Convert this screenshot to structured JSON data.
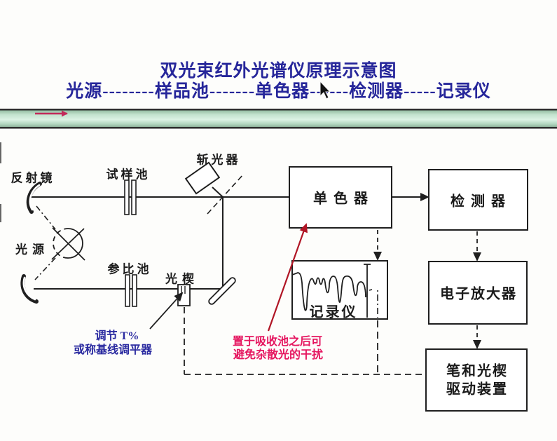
{
  "slide": {
    "title": "双光束红外光谱仪原理示意图",
    "flow_line": "光源--------样品池-------单色器------检测器-----记录仪"
  },
  "diagram": {
    "labels": {
      "reflector": "反射镜",
      "sample_cell": "试样池",
      "chopper": "斩光器",
      "light_source": "光源",
      "reference_cell": "参比池",
      "optical_wedge": "光楔",
      "monochromator": "单色器",
      "detector": "检测器",
      "recorder": "记录仪",
      "amplifier": "电子放大器",
      "drive_unit_line1": "笔和光楔",
      "drive_unit_line2": "驱动装置"
    },
    "annotations": {
      "wedge_note_line1": "调节 T%",
      "wedge_note_line2": "或称基线调平器",
      "mono_note_line1": "置于吸收池之后可",
      "mono_note_line2": "避免杂散光的干扰"
    },
    "icons": {
      "cursor": "mouse-cursor-arrow",
      "bar_arrow": "magenta-right-arrow"
    },
    "colors": {
      "title_blue": "#26269a",
      "note_blue": "#2a2aa0",
      "note_magenta": "#e5155f",
      "red_arrow": "#b01525",
      "line_black": "#1f1f1f",
      "green_bar_light": "#dcf2e4",
      "green_bar_dark": "#86ab93",
      "bar_arrow_magenta": "#c22a5a"
    }
  }
}
